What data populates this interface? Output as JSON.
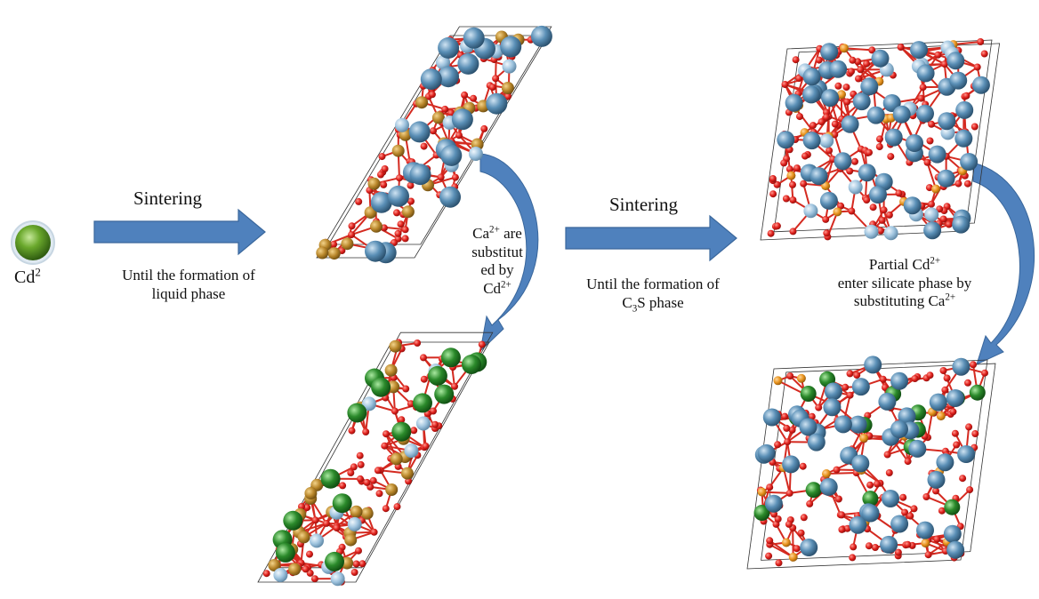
{
  "cd_ion": {
    "base": "Cd",
    "sup": "2"
  },
  "step1": {
    "arrow_label": "Sintering",
    "condition_line1": "Until the formation of",
    "condition_line2": "liquid phase"
  },
  "substitution1": {
    "line1_base": "Ca",
    "line1_sup": "2+",
    "line1_rest": " are",
    "line2": "substitut",
    "line3": "ed by",
    "line4_base": "Cd",
    "line4_sup": "2+"
  },
  "step2": {
    "arrow_label": "Sintering",
    "condition_line1": "Until the formation of",
    "condition_line2_pre": "C",
    "condition_line2_sub": "3",
    "condition_line2_post": "S phase"
  },
  "substitution2": {
    "line1_pre": "Partial Cd",
    "line1_sup": "2+",
    "line2": "enter silicate phase by",
    "line3_pre": "substituting Ca",
    "line3_sup": "2+"
  },
  "colors": {
    "arrow_fill": "#4f81bd",
    "arrow_stroke": "#3a679c",
    "oxygen": "#e0201c",
    "silicon": "#b8862a",
    "silicon_orange": "#e8921c",
    "calcium": "#4f86ad",
    "calcium_light": "#9ec3de",
    "cadmium": "#2b8a2b",
    "bond": "#d42a20",
    "cell_edge": "#333333"
  },
  "icons": {
    "cd_atom": "cadmium-sphere-icon",
    "ca_atom": "calcium-sphere-icon",
    "si_atom": "silicon-sphere-icon",
    "o_atom": "oxygen-sphere-icon"
  }
}
